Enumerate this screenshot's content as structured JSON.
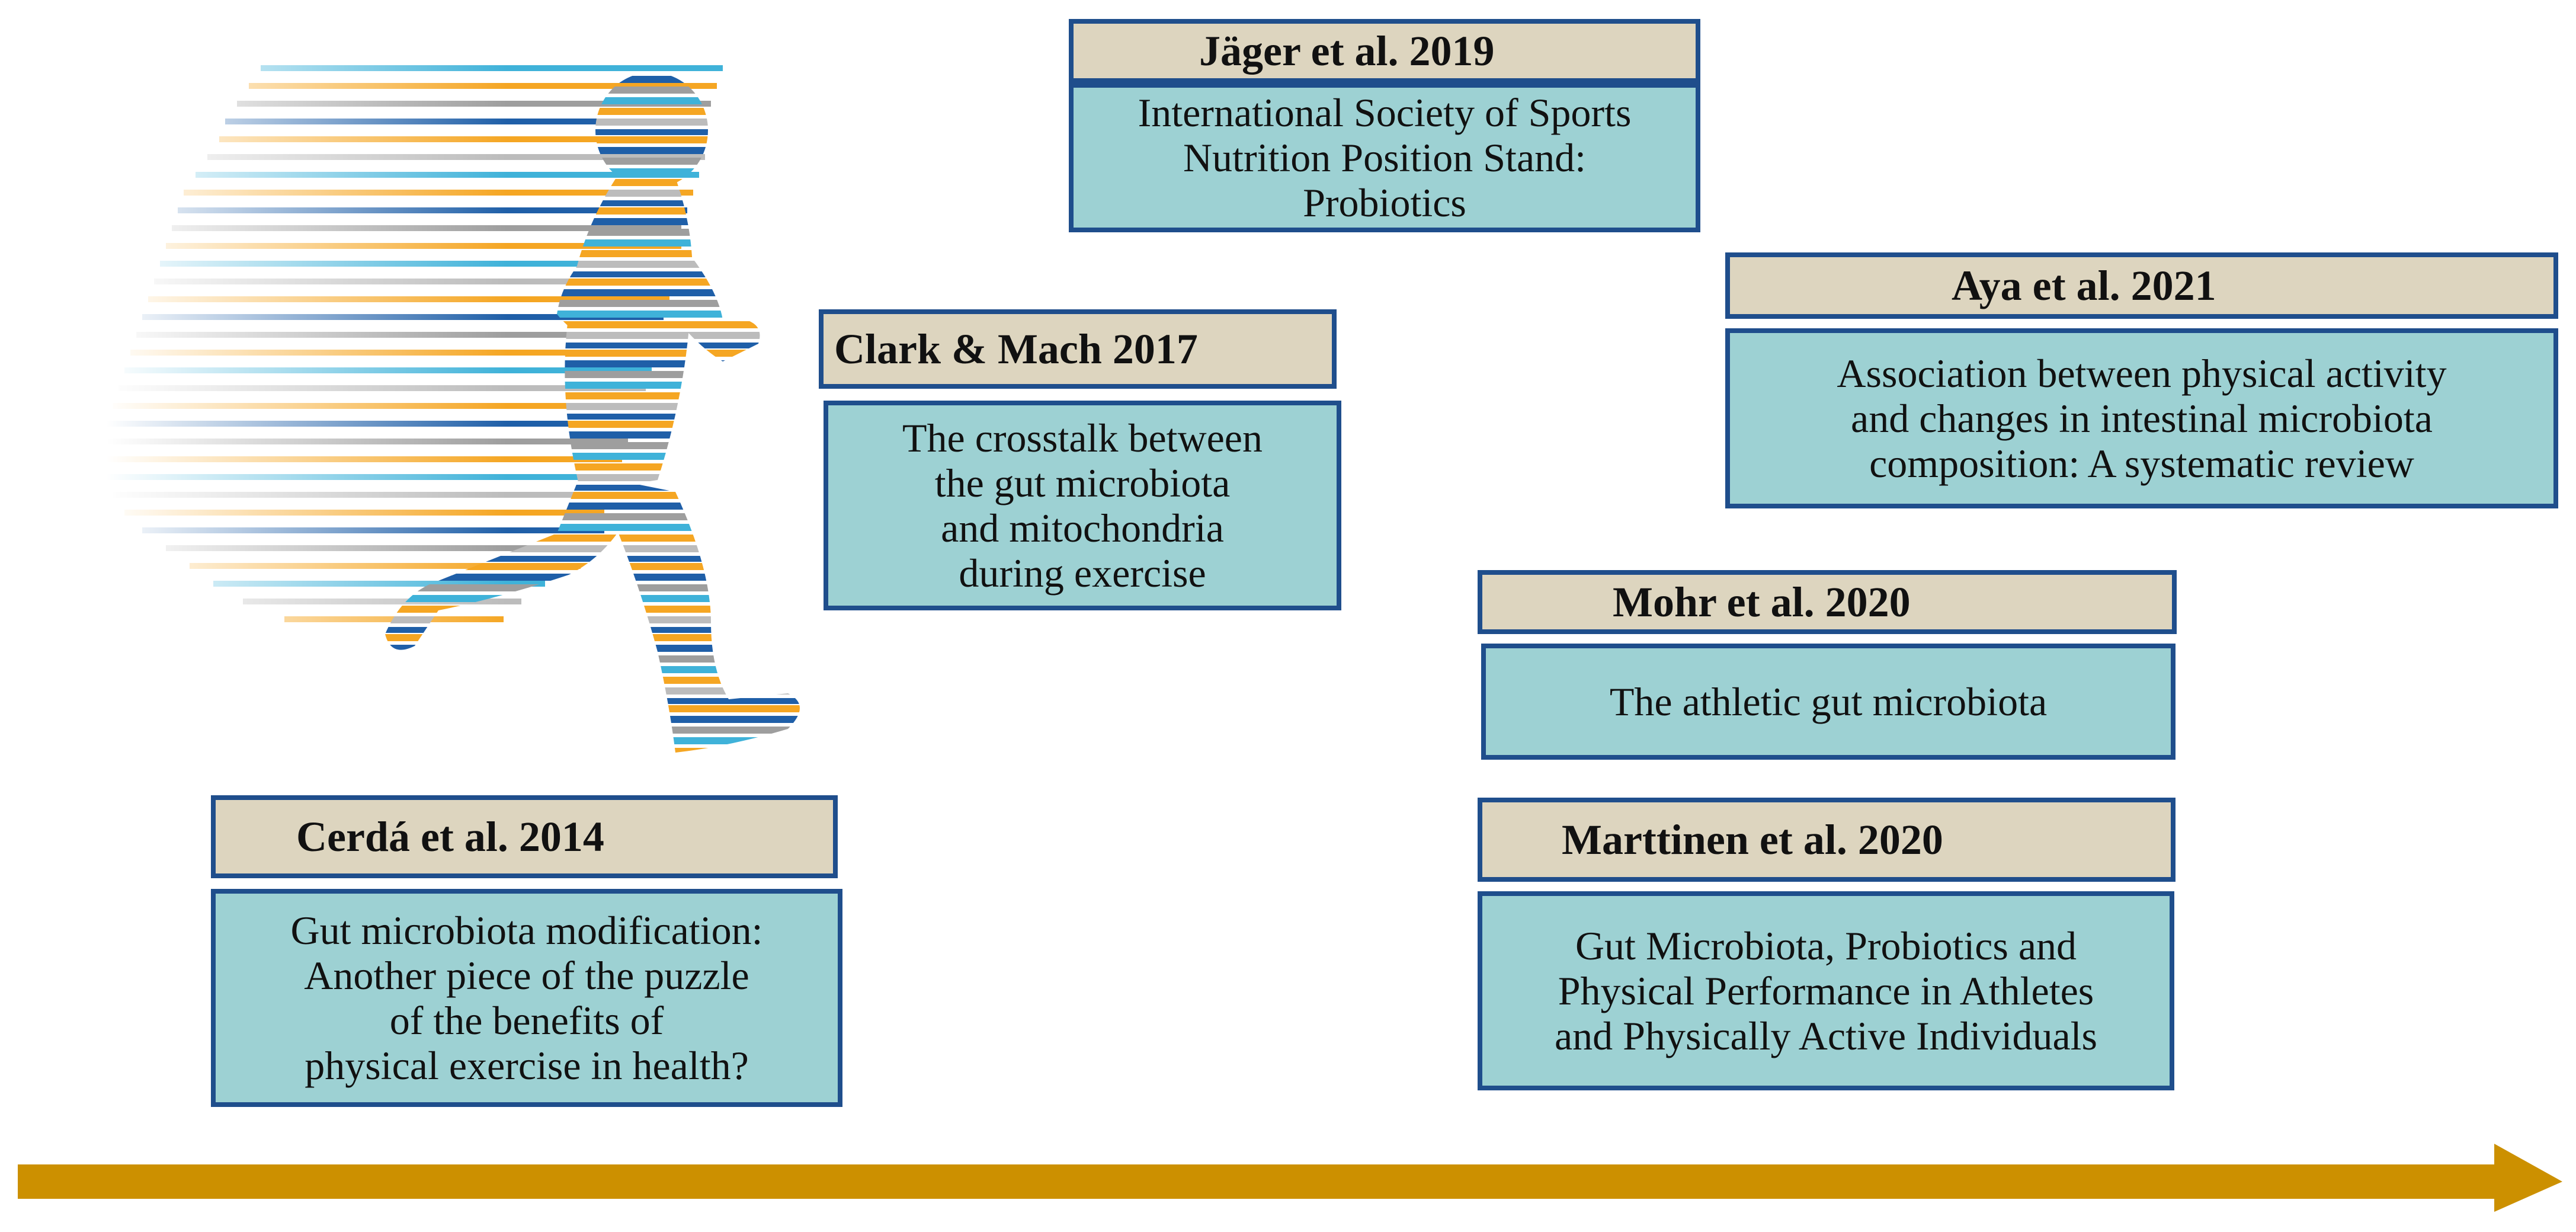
{
  "colors": {
    "header_bg": "#ddd5bf",
    "body_bg": "#9dd1d3",
    "border": "#1f4e8c",
    "arrow": "#cc9000",
    "runner_stripes": [
      "#f5a623",
      "#1f5fa8",
      "#9e9e9e",
      "#3fb2d9",
      "#bcbcbc"
    ]
  },
  "icons": {
    "runner": "running-person-striped-icon",
    "timeline_arrow": "arrow-right-icon"
  },
  "cards": [
    {
      "id": "cerda",
      "header": "Cerdá et al. 2014",
      "lines": [
        "Gut microbiota modification:",
        "Another piece of the puzzle",
        "of the benefits of",
        "physical exercise in health?"
      ]
    },
    {
      "id": "clark",
      "header": "Clark & Mach 2017",
      "lines": [
        "The crosstalk between",
        "the gut microbiota",
        "and mitochondria",
        "during exercise"
      ]
    },
    {
      "id": "jager",
      "header": "Jäger et al. 2019",
      "lines": [
        "International Society of Sports",
        "Nutrition Position Stand:",
        "Probiotics"
      ]
    },
    {
      "id": "mohr",
      "header": "Mohr et al. 2020",
      "lines": [
        "The athletic gut microbiota"
      ]
    },
    {
      "id": "marttinen",
      "header": "Marttinen et al. 2020",
      "lines": [
        "Gut Microbiota, Probiotics and",
        "Physical Performance in Athletes",
        "and Physically Active Individuals"
      ]
    },
    {
      "id": "aya",
      "header": "Aya et al. 2021",
      "lines": [
        "Association between physical activity",
        "and changes in intestinal microbiota",
        "composition: A systematic review"
      ]
    }
  ]
}
